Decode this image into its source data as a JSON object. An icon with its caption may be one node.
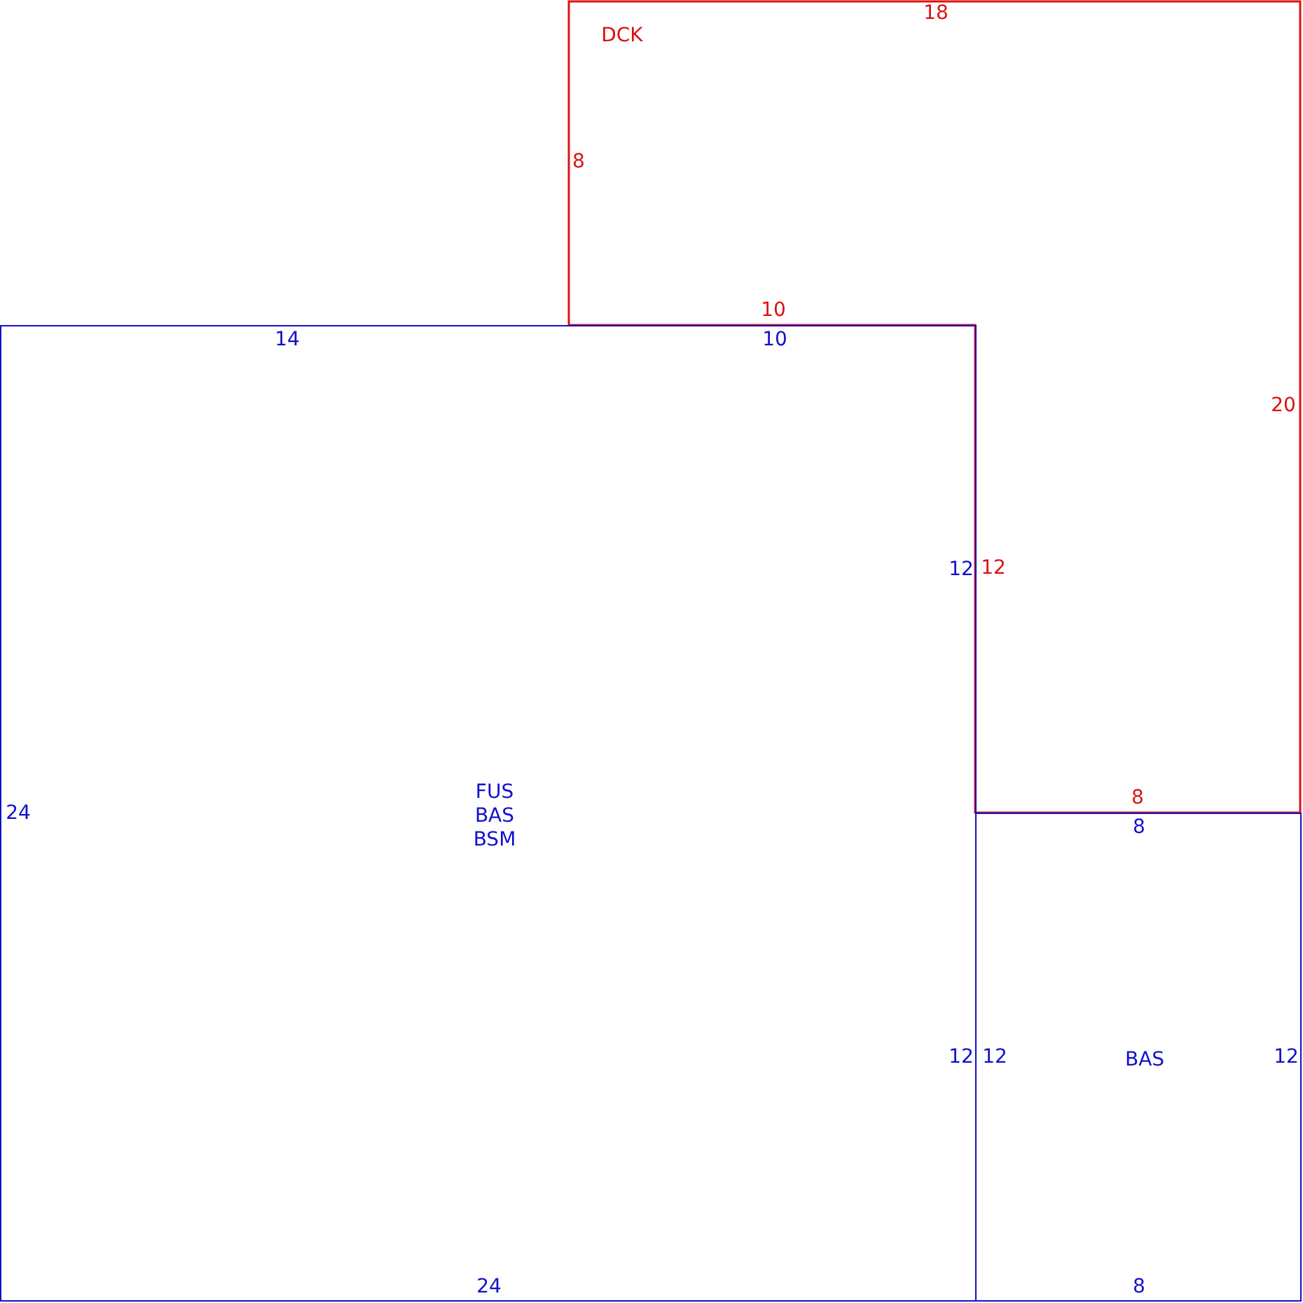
{
  "diagram": {
    "nodes": [
      {
        "text": [
          "DCK",
          "18",
          "8",
          "10",
          "20",
          "12",
          "8"
        ]
      },
      {
        "text": [
          "FUS BAS BSM",
          "14",
          "10",
          "12",
          "24",
          "12",
          "24"
        ]
      },
      {
        "text": [
          "BAS",
          "8",
          "12",
          "12",
          "8"
        ]
      }
    ]
  }
}
